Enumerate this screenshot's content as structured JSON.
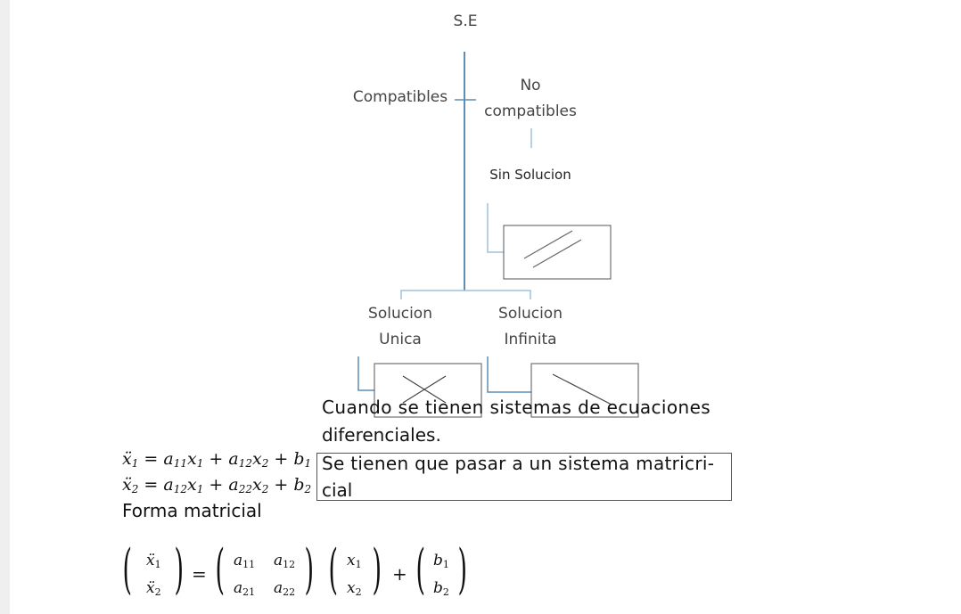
{
  "diagram": {
    "root": "S.E",
    "compatibles": "Compatibles",
    "no_compatibles_line1": "No",
    "no_compatibles_line2": "compatibles",
    "sin_solucion": "Sin Solucion",
    "solucion_unica_line1": "Solucion",
    "solucion_unica_line2": "Unica",
    "solucion_infinita_line1": "Solucion",
    "solucion_infinita_line2": "Infinita"
  },
  "text": {
    "line1": "Cuando se tienen sistemas de ecuaciones",
    "line2": "diferenciales.",
    "boxed_line1": "Se tienen que pasar a un sistema matricri-",
    "boxed_line2": "cial",
    "forma_matricial": "Forma matricial"
  },
  "colors": {
    "tree_line": "#5b8db8",
    "box_border": "#555555",
    "left_strip": "#efefef"
  }
}
